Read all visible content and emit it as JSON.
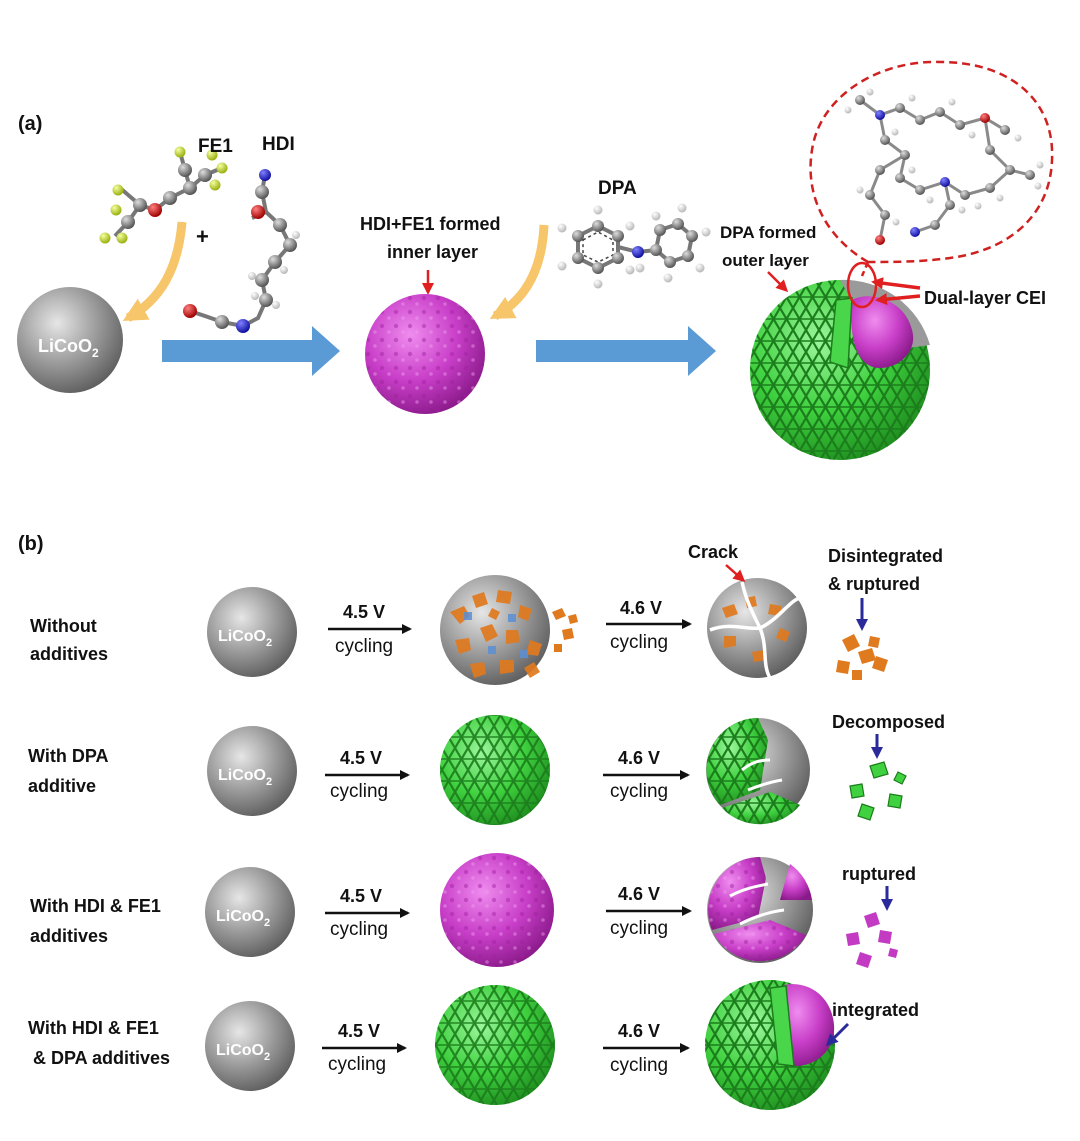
{
  "panel_a": {
    "label": "(a)",
    "fe1": "FE1",
    "hdi": "HDI",
    "plus": "+",
    "licoo2_base": "LiCoO",
    "licoo2_sub": "2",
    "inner_layer_line1": "HDI+FE1 formed",
    "inner_layer_line2": "inner layer",
    "dpa": "DPA",
    "outer_layer_line1": "DPA formed",
    "outer_layer_line2": "outer layer",
    "dual_layer": "Dual-layer CEI"
  },
  "panel_b": {
    "label": "(b)",
    "licoo2_base": "LiCoO",
    "licoo2_sub": "2",
    "rows": [
      {
        "condition_line1": "Without",
        "condition_line2": "additives",
        "condition_line3": "",
        "step1_voltage": "4.5 V",
        "step1_label": "cycling",
        "step2_voltage": "4.6 V",
        "step2_label": "cycling",
        "note1": "Crack",
        "note2": "Disintegrated",
        "note3": "&  ruptured"
      },
      {
        "condition_line1": "With DPA",
        "condition_line2": "additive",
        "condition_line3": "",
        "step1_voltage": "4.5 V",
        "step1_label": "cycling",
        "step2_voltage": "4.6 V",
        "step2_label": "cycling",
        "note1": "Decomposed"
      },
      {
        "condition_line1": "With HDI & FE1",
        "condition_line2": "additives",
        "condition_line3": "",
        "step1_voltage": "4.5 V",
        "step1_label": "cycling",
        "step2_voltage": "4.6 V",
        "step2_label": "cycling",
        "note1": "ruptured"
      },
      {
        "condition_line1": "With HDI & FE1",
        "condition_line2": "& DPA additives",
        "condition_line3": "",
        "step1_voltage": "4.5 V",
        "step1_label": "cycling",
        "step2_voltage": "4.6 V",
        "step2_label": "cycling",
        "note1": "integrated"
      }
    ]
  },
  "colors": {
    "licoo2_gray": "#8e8e8e",
    "inner_layer_magenta": "#c23bc2",
    "outer_layer_green": "#3fd13f",
    "process_arrow_blue": "#5b9bd5",
    "reaction_arrow_yellow": "#f7c56a",
    "highlight_red": "#e02020",
    "pointer_navy": "#2a2a9a",
    "debris_orange": "#e07a1e"
  }
}
